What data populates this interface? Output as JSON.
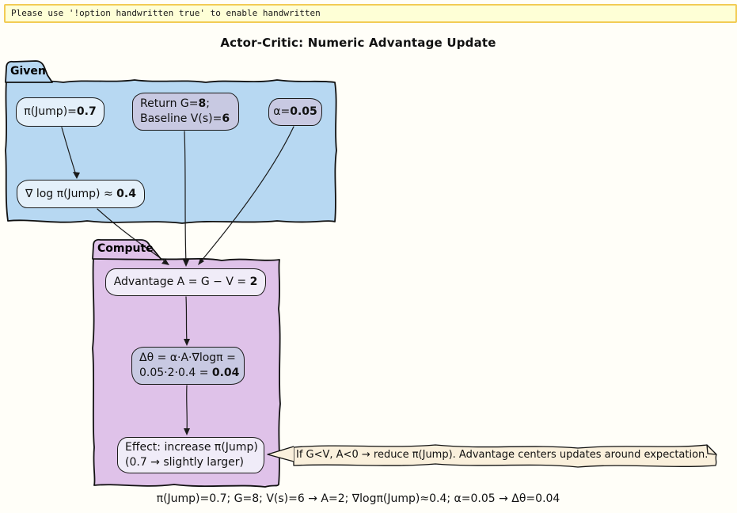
{
  "banner": {
    "text": "Please use '!option handwritten true' to enable handwritten"
  },
  "title": "Actor-Critic: Numeric Advantage Update",
  "given": {
    "label": "Given",
    "nodes": {
      "pi": {
        "pre": "π(Jump)=",
        "bold": "0.7"
      },
      "return": {
        "line1_pre": "Return G=",
        "line1_bold": "8",
        "line1_post": ";",
        "line2_pre": "Baseline V(s)=",
        "line2_bold": "6"
      },
      "alpha": {
        "pre": "α=",
        "bold": "0.05"
      },
      "grad": {
        "pre": "∇ log π(Jump) ≈ ",
        "bold": "0.4"
      }
    }
  },
  "compute": {
    "label": "Compute",
    "nodes": {
      "advantage": {
        "pre": "Advantage A = G − V = ",
        "bold": "2"
      },
      "delta": {
        "line1": "Δθ = α·A·∇logπ =",
        "line2_pre": "0.05·2·0.4 = ",
        "line2_bold": "0.04"
      },
      "effect": {
        "line1": "Effect: increase π(Jump)",
        "line2": "(0.7 → slightly larger)"
      }
    }
  },
  "note": {
    "text": "If G<V, A<0 → reduce π(Jump). Advantage centers updates around expectation."
  },
  "caption": "π(Jump)=0.7; G=8; V(s)=6 → A=2; ∇logπ(Jump)≈0.4; α=0.05 → Δθ=0.04",
  "colors": {
    "given_fill": "#B7D8F2",
    "compute_fill": "#DFC2E9",
    "node_light_blue": "#E4F0FA",
    "node_lavender": "#C8C9E2",
    "node_pale": "#F0ECF8",
    "note_fill": "#FAF0DC",
    "banner_fill": "#FEFFD6",
    "banner_border": "#F2CC55",
    "stroke": "#1A1A1A"
  }
}
